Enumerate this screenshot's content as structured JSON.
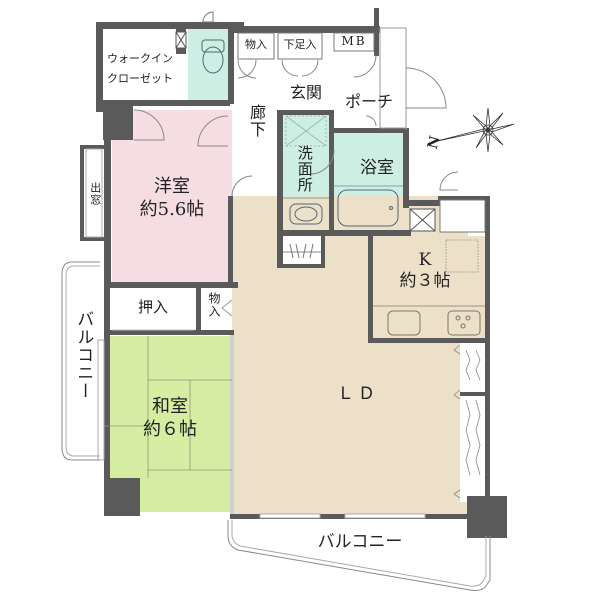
{
  "floor_plan": {
    "colors": {
      "wall": "#5a5a5a",
      "western_room": "#f6dde3",
      "japanese_room": "#d5eda3",
      "ldk_floor": "#ede0c9",
      "wet_area": "#cdeee2",
      "white": "#ffffff"
    },
    "rooms": {
      "walk_in_closet": {
        "line1": "ウォークイン",
        "line2": "クローゼット"
      },
      "storage_top": "物入",
      "shoe_storage": "下足入",
      "meter_box": "MB",
      "entrance": "玄関",
      "porch": "ポーチ",
      "hallway": "廊下",
      "washroom": "洗面所",
      "bathroom": "浴室",
      "western_room": {
        "name": "洋室",
        "size": "約5.6帖"
      },
      "bay_window": "出窓",
      "kitchen": {
        "name": "K",
        "size": "約３帖"
      },
      "closet_oshiire": "押入",
      "storage_side": "物入",
      "japanese_room": {
        "name": "和室",
        "size": "約６帖"
      },
      "living_dining": "ＬＤ",
      "balcony_west": "バルコニー",
      "balcony_south": "バルコニー"
    },
    "compass": {
      "label": "N",
      "icon": "compass-rose-icon"
    }
  }
}
